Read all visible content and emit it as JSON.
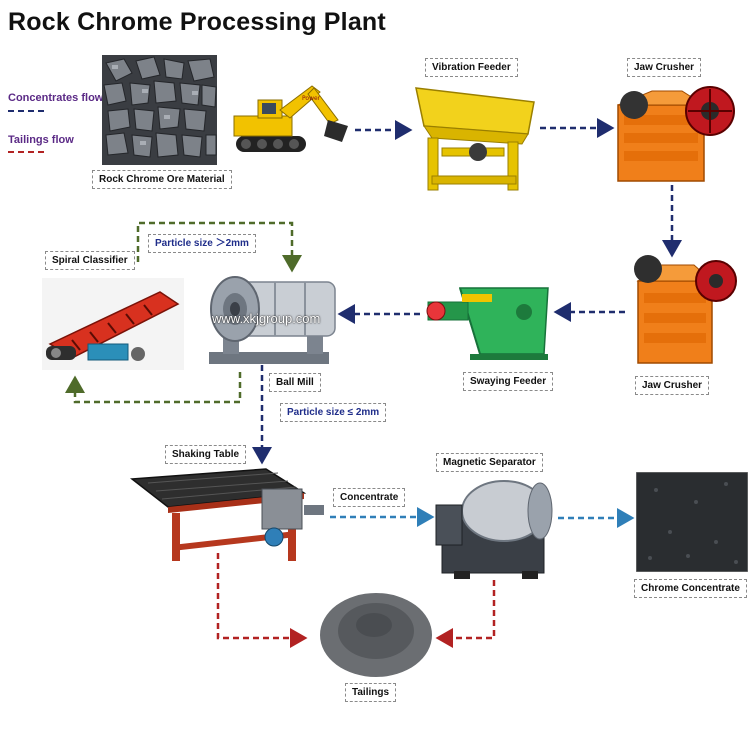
{
  "title": "Rock Chrome Processing Plant",
  "legend": {
    "concentrates": {
      "label": "Concentrates flow",
      "color": "#1f2d6e"
    },
    "tailings": {
      "label": "Tailings flow",
      "color": "#b22222"
    }
  },
  "colors": {
    "concentrate_arrow": "#1f2d6e",
    "tailings_arrow": "#b22222",
    "recirculation_arrow": "#4f6b2a",
    "light_blue_arrow": "#2f7fb8"
  },
  "labels": {
    "ore": "Rock Chrome Ore Material",
    "vibration_feeder": "Vibration Feeder",
    "jaw_crusher_1": "Jaw Crusher",
    "jaw_crusher_2": "Jaw Crusher",
    "spiral_classifier": "Spiral Classifier",
    "particle_gt": "Particle size ＞2mm",
    "ball_mill": "Ball Mill",
    "swaying_feeder": "Swaying Feeder",
    "particle_le": "Particle size ≤ 2mm",
    "shaking_table": "Shaking Table",
    "magnetic_separator": "Magnetic Separator",
    "concentrate": "Concentrate",
    "chrome_concentrate": "Chrome Concentrate",
    "tailings": "Tailings"
  },
  "watermark": "www.xkjgroup.com"
}
